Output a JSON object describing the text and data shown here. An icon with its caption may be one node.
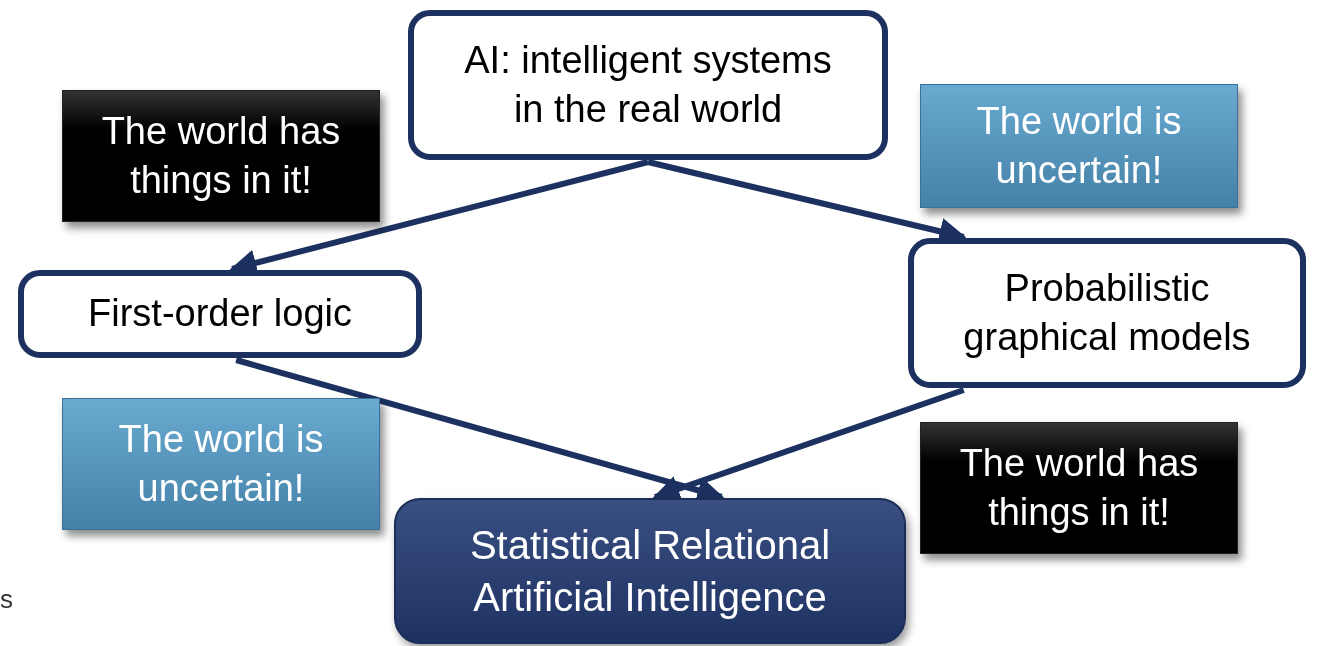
{
  "diagram": {
    "nodes": [
      {
        "text": [
          "AI: intelligent systems in the real world"
        ]
      },
      {
        "text": [
          "The world has things in it!"
        ]
      },
      {
        "text": [
          "The world is uncertain!"
        ]
      },
      {
        "text": [
          "First-order logic"
        ]
      },
      {
        "text": [
          "Probabilistic graphical models"
        ]
      },
      {
        "text": [
          "The world is uncertain!"
        ]
      },
      {
        "text": [
          "The world has things in it!"
        ]
      },
      {
        "text": [
          "Statistical Relational Artificial Intelligence"
        ]
      }
    ],
    "edges": [
      {
        "from": 0,
        "to": 3,
        "arrow": "to"
      },
      {
        "from": 0,
        "to": 4,
        "arrow": "to"
      },
      {
        "from": 3,
        "to": 7,
        "arrow": "to"
      },
      {
        "from": 4,
        "to": 7,
        "arrow": "to"
      }
    ],
    "labels": [
      "s"
    ]
  }
}
